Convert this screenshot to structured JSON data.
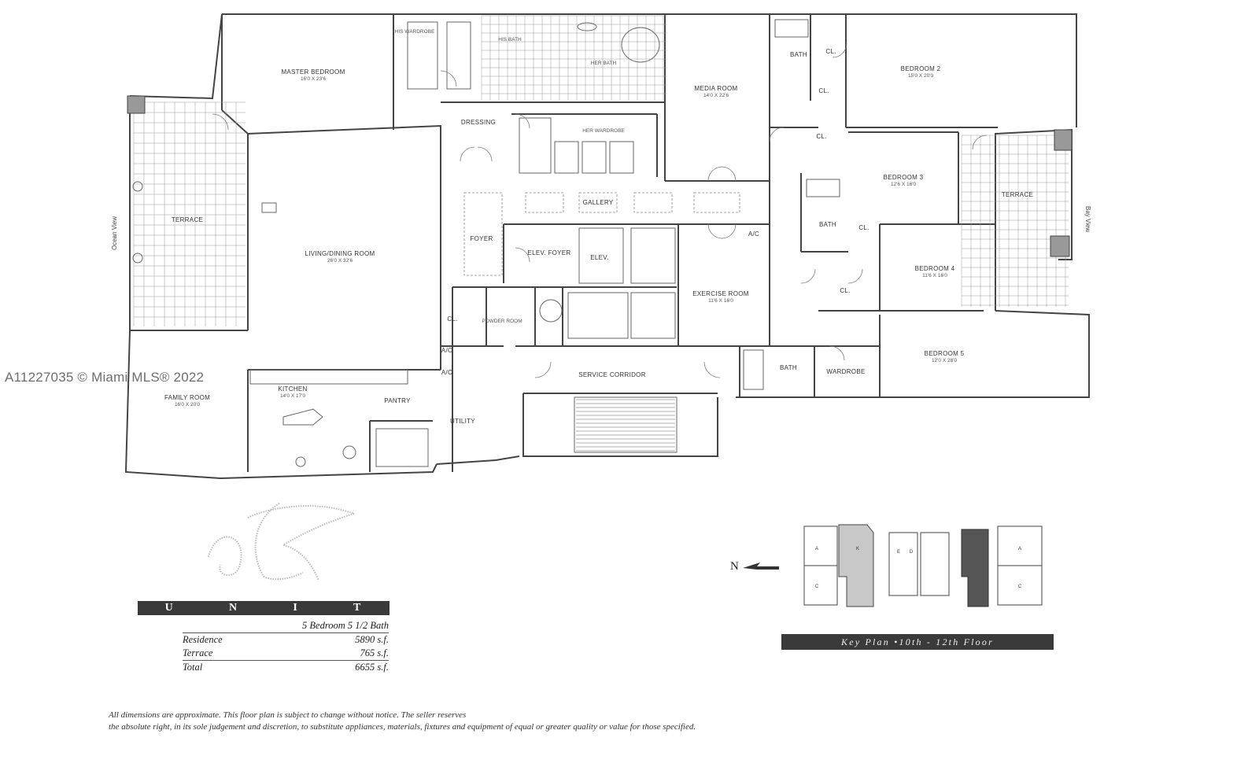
{
  "watermark": "A11227035 © Miami MLS® 2022",
  "rooms": {
    "master_bedroom": {
      "name": "MASTER BEDROOM",
      "dims": "16'0 X 23'6"
    },
    "his_wardrobe": {
      "name": "HIS WARDROBE"
    },
    "his_bath": {
      "name": "HIS BATH"
    },
    "her_bath": {
      "name": "HER BATH"
    },
    "media_room": {
      "name": "MEDIA ROOM",
      "dims": "14'0 X 22'6"
    },
    "bath_b2": {
      "name": "BATH"
    },
    "bedroom_2": {
      "name": "BEDROOM 2",
      "dims": "15'0 X 20'0"
    },
    "cl_1": {
      "name": "CL."
    },
    "cl_2": {
      "name": "CL."
    },
    "dressing": {
      "name": "DRESSING"
    },
    "her_wardrobe": {
      "name": "HER WARDROBE"
    },
    "terrace_west": {
      "name": "TERRACE"
    },
    "living_dining": {
      "name": "LIVING/DINING ROOM",
      "dims": "26'0 X 32'6"
    },
    "gallery": {
      "name": "GALLERY"
    },
    "foyer": {
      "name": "FOYER"
    },
    "elev_foyer": {
      "name": "ELEV. FOYER"
    },
    "elev": {
      "name": "ELEV."
    },
    "a_c_1": {
      "name": "A/C"
    },
    "bedroom_3": {
      "name": "BEDROOM 3",
      "dims": "12'6 X 16'0"
    },
    "cl_3": {
      "name": "CL."
    },
    "bath_b3": {
      "name": "BATH"
    },
    "cl_4": {
      "name": "CL."
    },
    "terrace_east": {
      "name": "TERRACE"
    },
    "bedroom_4": {
      "name": "BEDROOM 4",
      "dims": "11'6 X 16'0"
    },
    "cl_5": {
      "name": "CL."
    },
    "exercise_room": {
      "name": "EXERCISE ROOM",
      "dims": "11'6 X 16'0"
    },
    "cl_6": {
      "name": "CL."
    },
    "powder_room": {
      "name": "POWDER ROOM"
    },
    "a_c_2": {
      "name": "A/C"
    },
    "a_c_3": {
      "name": "A/C"
    },
    "service_corridor": {
      "name": "SERVICE CORRIDOR"
    },
    "bath_b5": {
      "name": "BATH"
    },
    "wardrobe": {
      "name": "WARDROBE"
    },
    "bedroom_5": {
      "name": "BEDROOM 5",
      "dims": "12'0 X 28'0"
    },
    "family_room": {
      "name": "FAMILY ROOM",
      "dims": "16'0 X 20'0"
    },
    "kitchen": {
      "name": "KITCHEN",
      "dims": "14'0 X 17'0"
    },
    "pantry": {
      "name": "PANTRY"
    },
    "utility": {
      "name": "UTILITY"
    }
  },
  "views": {
    "west": "Ocean View",
    "east": "Bay View"
  },
  "unit": {
    "letters": [
      "U",
      "N",
      "I",
      "T"
    ],
    "summary": "5 Bedroom 5 1/2 Bath",
    "rows": [
      {
        "label": "Residence",
        "value": "5890 s.f."
      },
      {
        "label": "Terrace",
        "value": "765 s.f."
      },
      {
        "label": "Total",
        "value": "6655 s.f."
      }
    ]
  },
  "key_plan": {
    "title": "Key Plan •10th - 12th Floor",
    "north": "N",
    "units": {
      "a": "A",
      "k": "K",
      "c": "C",
      "e": "E",
      "d": "D"
    }
  },
  "disclaimer": {
    "line1": "All dimensions are approximate. This floor plan is subject to change without notice. The seller reserves",
    "line2": "the absolute right, in its sole judgement and discretion, to substitute appliances, materials, fixtures and equipment of equal or greater quality or value for those specified."
  }
}
